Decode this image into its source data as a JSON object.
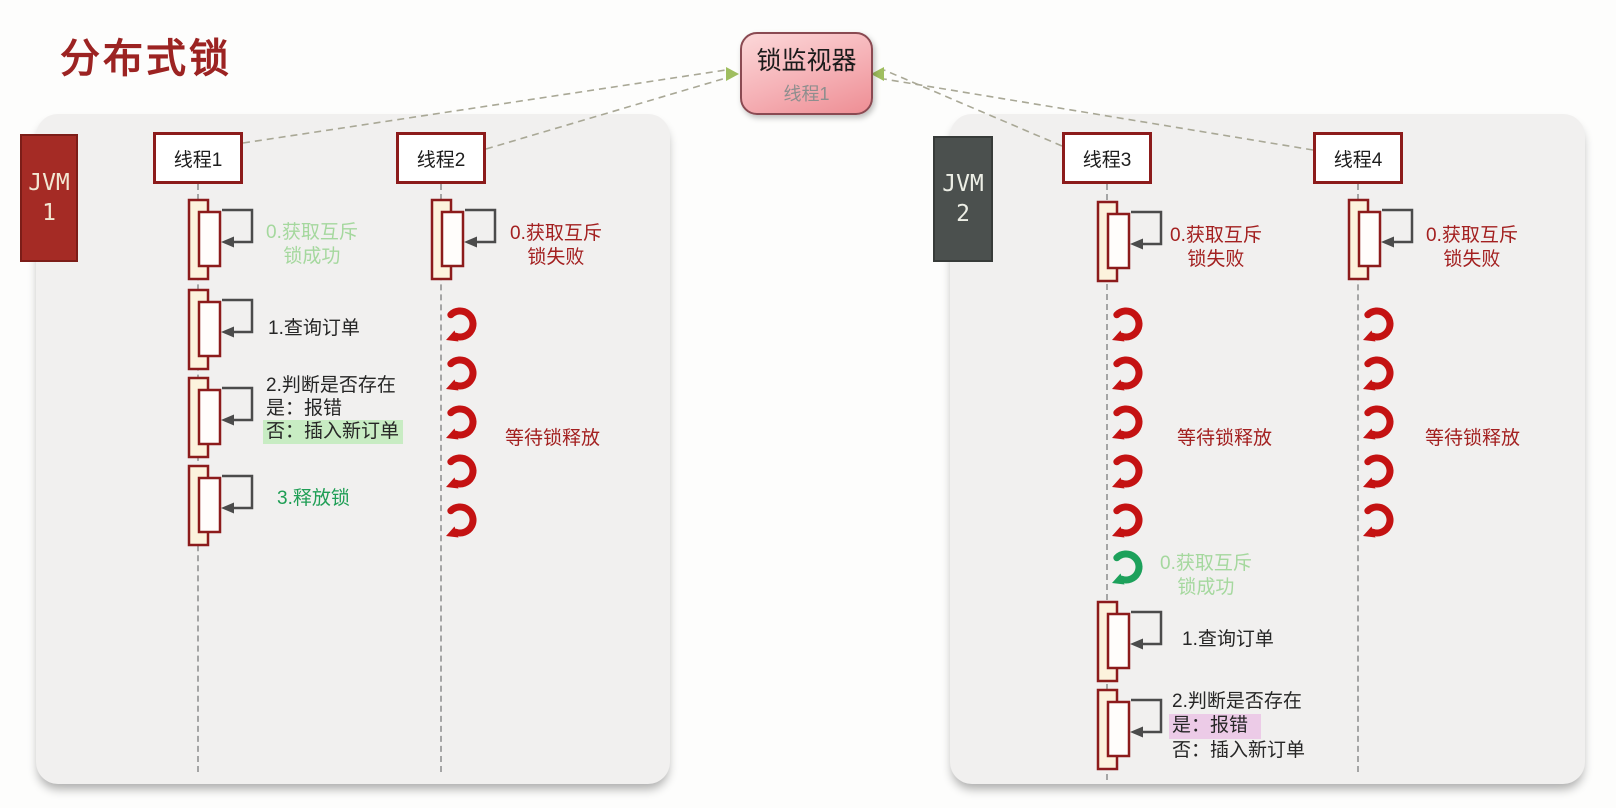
{
  "title": "分布式锁",
  "monitor": {
    "title": "锁监视器",
    "subtitle": "线程1"
  },
  "jvm1": {
    "label": {
      "line1": "JVM",
      "line2": "1"
    },
    "thread1": {
      "label": "线程1",
      "step0_line1": "0.获取互斥",
      "step0_line2": "锁成功",
      "step1": "1.查询订单",
      "step2_line1": "2.判断是否存在",
      "step2_line2": "是：报错",
      "step2_line3": "否：插入新订单",
      "step3": "3.释放锁"
    },
    "thread2": {
      "label": "线程2",
      "step0_line1": "0.获取互斥",
      "step0_line2": "锁失败",
      "wait": "等待锁释放"
    }
  },
  "jvm2": {
    "label": {
      "line1": "JVM",
      "line2": "2"
    },
    "thread3": {
      "label": "线程3",
      "fail_line1": "0.获取互斥",
      "fail_line2": "锁失败",
      "wait": "等待锁释放",
      "success_line1": "0.获取互斥",
      "success_line2": "锁成功",
      "step1": "1.查询订单",
      "step2_line1": "2.判断是否存在",
      "step2_line2": "是：报错",
      "step2_line3": "否：插入新订单"
    },
    "thread4": {
      "label": "线程4",
      "fail_line1": "0.获取互斥",
      "fail_line2": "锁失败",
      "wait": "等待锁释放"
    }
  },
  "colors": {
    "title_red": "#9c2322",
    "panel_bg": "#f1f0ef",
    "jvm1_bg": "#a52b25",
    "jvm2_bg": "#4b504e",
    "thread_border": "#8c1b1b",
    "fail_text": "#a32020",
    "success_text_light": "#a5d89e",
    "success_text_dark": "#1f9e55",
    "highlight_green": "#c8ecc3",
    "highlight_pink": "#eccbe7",
    "spin_arrow_red": "#c41212",
    "spin_arrow_green": "#1da15b",
    "monitor_gradient_top": "#fcd8d9",
    "monitor_gradient_bottom": "#ee8e94",
    "activation_fill": "#fcf3dd"
  }
}
